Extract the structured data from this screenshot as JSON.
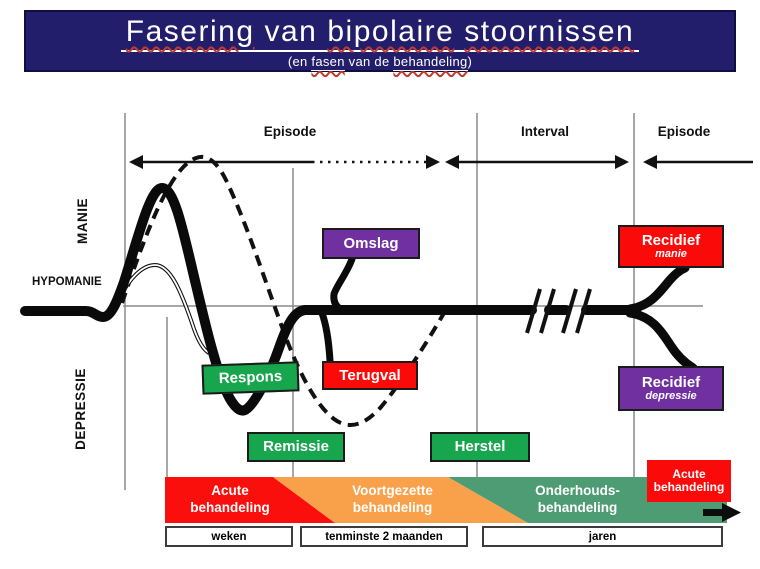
{
  "header": {
    "title_words": [
      {
        "t": "Fasering"
      },
      {
        "t": "van"
      },
      {
        "t": "bipolaire"
      },
      {
        "t": "stoornissen"
      }
    ],
    "subtitle_prefix": "(en ",
    "subtitle_word1": "fasen",
    "subtitle_mid": " van de ",
    "subtitle_word2": "behandeling",
    "subtitle_suffix": ")"
  },
  "axis": {
    "top_labels": [
      "Episode",
      "Interval",
      "Episode"
    ],
    "manie": "MANIE",
    "hypomanie": "HYPOMANIE",
    "depressie": "DEPRESSIE"
  },
  "boxes": {
    "omslag": {
      "label": "Omslag"
    },
    "recidief_manie": {
      "title": "Recidief",
      "subtitle": "manie"
    },
    "respons": {
      "label": "Respons"
    },
    "terugval": {
      "label": "Terugval"
    },
    "remissie": {
      "label": "Remissie"
    },
    "herstel": {
      "label": "Herstel"
    },
    "recidief_depressie": {
      "title": "Recidief",
      "subtitle": "depressie"
    },
    "acute_rechts": {
      "line1": "Acute",
      "line2": "behandeling"
    }
  },
  "treatment_bar": {
    "segments": [
      {
        "line1": "Acute",
        "line2": "behandeling"
      },
      {
        "line1": "Voortgezette",
        "line2": "behandeling"
      },
      {
        "line1": "Onderhouds-",
        "line2": "behandeling"
      }
    ],
    "durations": [
      "weken",
      "tenminste 2 maanden",
      "jaren"
    ]
  },
  "colors": {
    "header_bg": "#221E6B",
    "squiggle": "#C23B2E",
    "box_purple": "#7030A0",
    "box_red": "#FB0A0A",
    "box_green": "#17A54D",
    "bar_red": "#FB0F0C",
    "bar_orange": "#F9A04A",
    "bar_green": "#4E9C74",
    "line_gray": "#8a8a8a",
    "ink": "#0d0d0d"
  }
}
